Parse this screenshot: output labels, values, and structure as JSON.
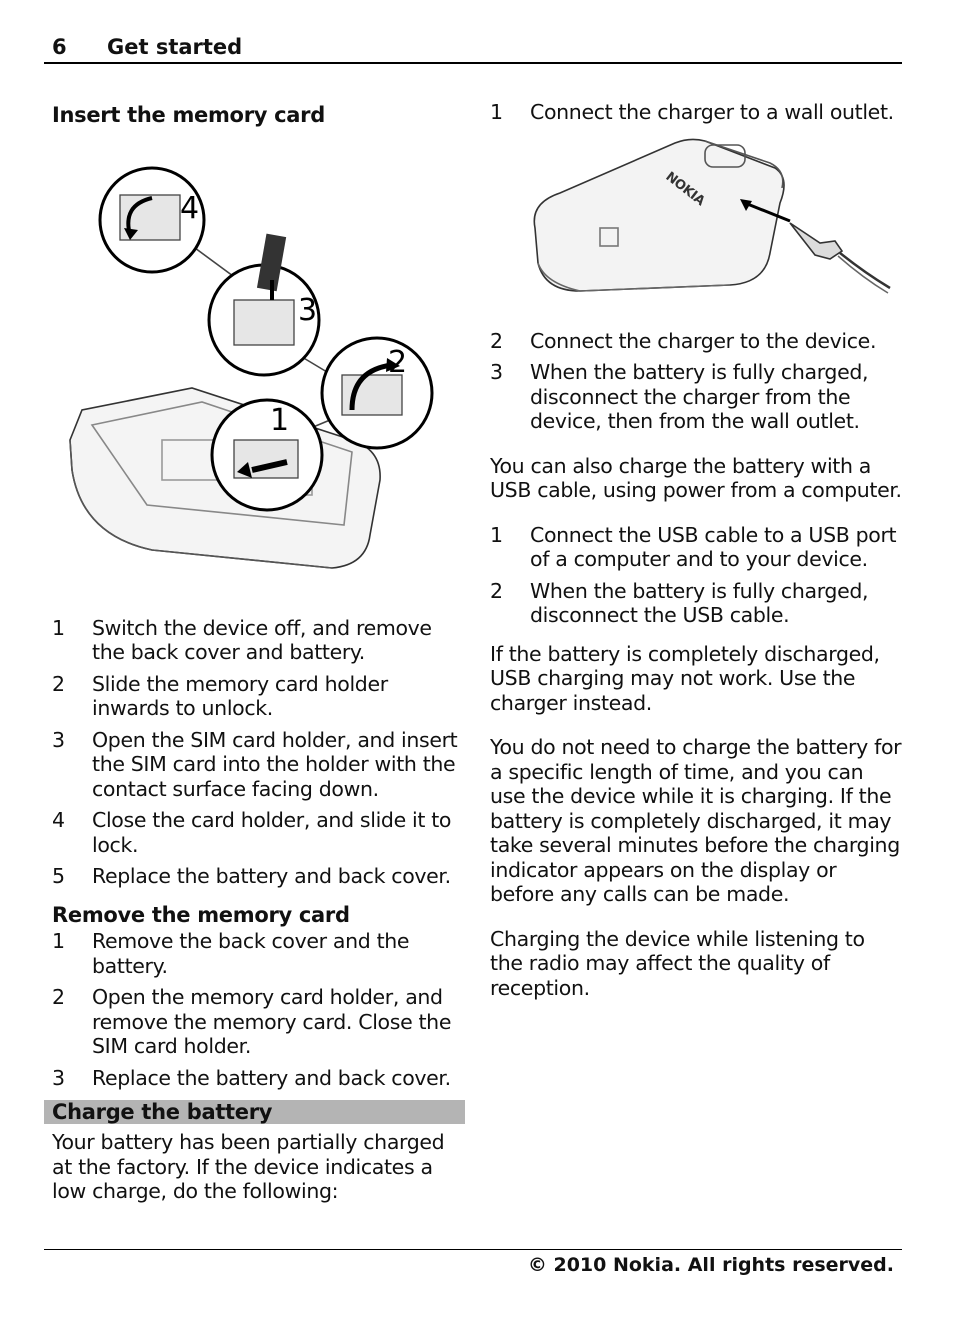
{
  "header": {
    "page_number": "6",
    "section": "Get started"
  },
  "insert_card": {
    "title": "Insert the memory card",
    "figure_labels": [
      "1",
      "2",
      "3",
      "4"
    ],
    "steps": [
      {
        "n": "1",
        "text": "Switch the device off, and remove the back cover and battery."
      },
      {
        "n": "2",
        "text": "Slide the memory card holder inwards to unlock."
      },
      {
        "n": "3",
        "text": "Open the SIM card holder, and insert the SIM card into the holder with the contact surface facing down."
      },
      {
        "n": "4",
        "text": "Close the card holder, and slide it to lock."
      },
      {
        "n": "5",
        "text": "Replace the battery and back cover."
      }
    ]
  },
  "remove_card": {
    "title": "Remove the memory card",
    "steps": [
      {
        "n": "1",
        "text": "Remove the back cover and the battery."
      },
      {
        "n": "2",
        "text": "Open the memory card holder, and remove the memory card. Close the SIM card holder."
      },
      {
        "n": "3",
        "text": "Replace the battery and back cover."
      }
    ]
  },
  "charge": {
    "title": "Charge the battery",
    "intro": "Your battery has been partially charged at the factory. If the device indicates a low charge, do the following:",
    "steps_a_first": {
      "n": "1",
      "text": "Connect the charger to a wall outlet."
    },
    "figure_brand": "NOKIA",
    "steps_a_rest": [
      {
        "n": "2",
        "text": "Connect the charger to the device."
      },
      {
        "n": "3",
        "text": "When the battery is fully charged, disconnect the charger from the device, then from the wall outlet."
      }
    ],
    "usb_intro": "You can also charge the battery with a USB cable, using power from a computer.",
    "usb_steps": [
      {
        "n": "1",
        "text": "Connect the USB cable to a USB port of a computer and to your device."
      },
      {
        "n": "2",
        "text": "When the battery is fully charged, disconnect the USB cable."
      }
    ],
    "para_discharged": "If the battery is completely discharged, USB charging may not work. Use the charger instead.",
    "para_time": "You do not need to charge the battery for a specific length of time, and you can use the device while it is charging. If the battery is completely discharged, it may take several minutes before the charging indicator appears on the display or before any calls can be made.",
    "para_radio": "Charging the device while listening to the radio may affect the quality of reception."
  },
  "footer": {
    "copyright": "© 2010 Nokia. All rights reserved."
  }
}
